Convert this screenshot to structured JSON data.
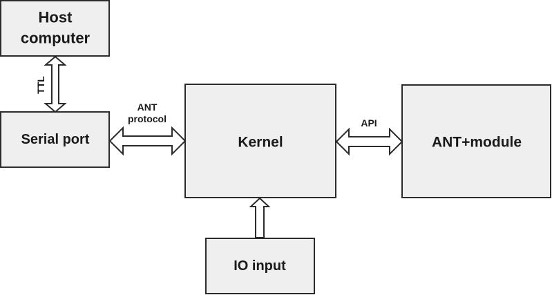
{
  "nodes": {
    "host_computer": {
      "line1": "Host",
      "line2": "computer"
    },
    "serial_port": {
      "label": "Serial port"
    },
    "kernel": {
      "label": "Kernel"
    },
    "ant_module": {
      "label": "ANT+module"
    },
    "io_input": {
      "label": "IO input"
    }
  },
  "edges": {
    "host_serial": {
      "label": "TTL"
    },
    "serial_kernel": {
      "line1": "ANT",
      "line2": "protocol"
    },
    "kernel_ant": {
      "label": "API"
    },
    "io_kernel": {
      "label": ""
    }
  },
  "colors": {
    "box_fill": "#efefef",
    "stroke": "#2b2b2b",
    "arrow_fill": "#ffffff"
  }
}
